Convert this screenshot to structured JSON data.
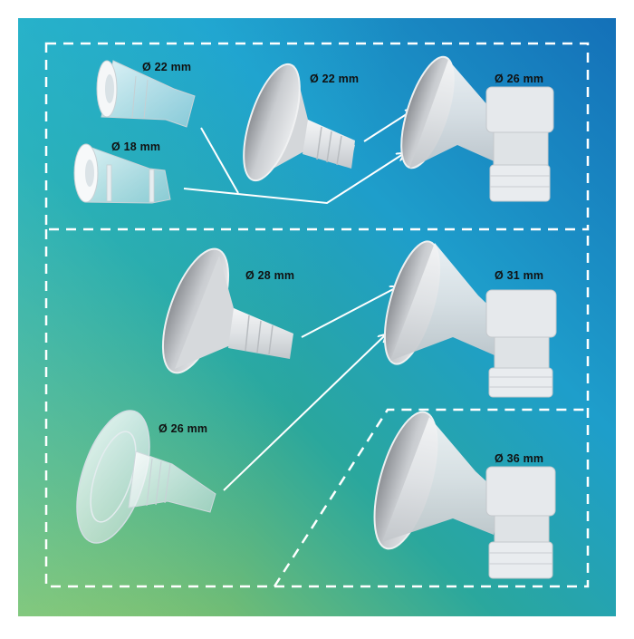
{
  "colors": {
    "bg_top_right": "#1470b8",
    "bg_top_left": "#27b9dc",
    "bg_mid": "#1fa3a8",
    "bg_bottom_left": "#a6cc55",
    "dashed_frame": "#ffffff",
    "arrow": "#ffffff",
    "label_text": "#111111"
  },
  "labels": {
    "top_insert_large": "Ø 22 mm",
    "top_insert_small": "Ø 18 mm",
    "top_flange_small": "Ø 22 mm",
    "top_shield": "Ø 26 mm",
    "mid_flange": "Ø 28 mm",
    "mid_shield": "Ø 31 mm",
    "soft_insert": "Ø 26 mm",
    "bottom_shield": "Ø 36 mm"
  }
}
